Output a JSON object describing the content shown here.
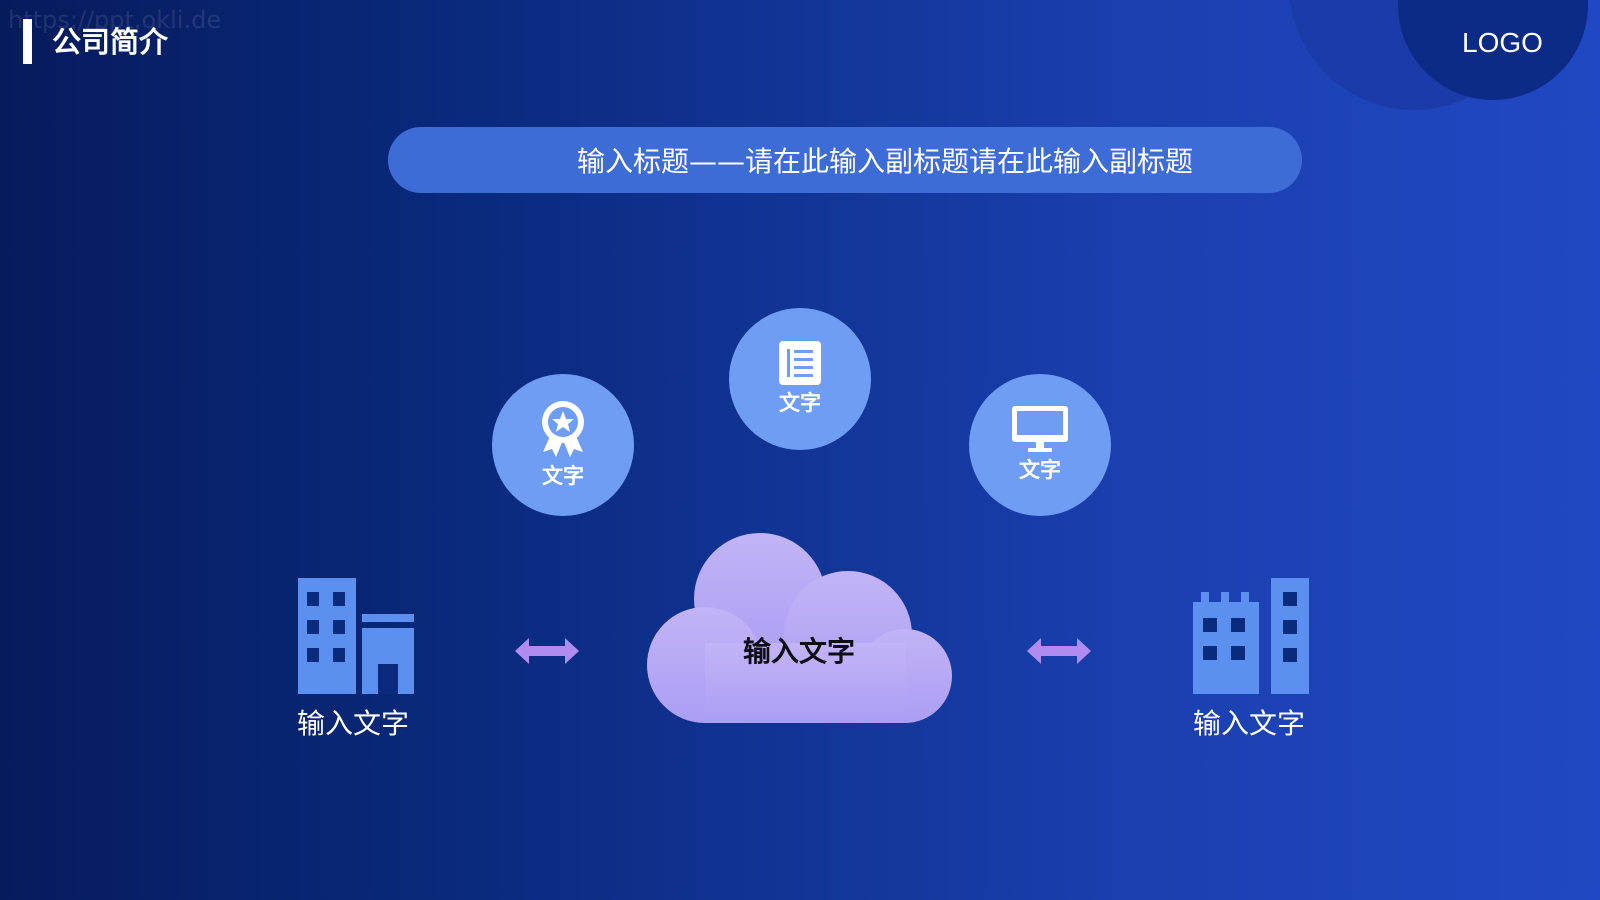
{
  "watermark": "https://ppt.okli.de",
  "header": {
    "title": "公司简介",
    "logo": "LOGO"
  },
  "subtitle": "输入标题——请在此输入副标题请在此输入副标题",
  "bubbles": [
    {
      "label": "文字",
      "icon": "award-ribbon-icon"
    },
    {
      "label": "文字",
      "icon": "document-list-icon"
    },
    {
      "label": "文字",
      "icon": "monitor-icon"
    }
  ],
  "center": {
    "label": "输入文字"
  },
  "left": {
    "label": "输入文字",
    "icon": "office-building-icon"
  },
  "right": {
    "label": "输入文字",
    "icon": "factory-building-icon"
  },
  "colors": {
    "bubble": "#6f9df4",
    "building": "#5b8ff0",
    "arrow": "#b08cf0",
    "cloud": "#b4a8f5",
    "pill": "#3e6cd6"
  }
}
